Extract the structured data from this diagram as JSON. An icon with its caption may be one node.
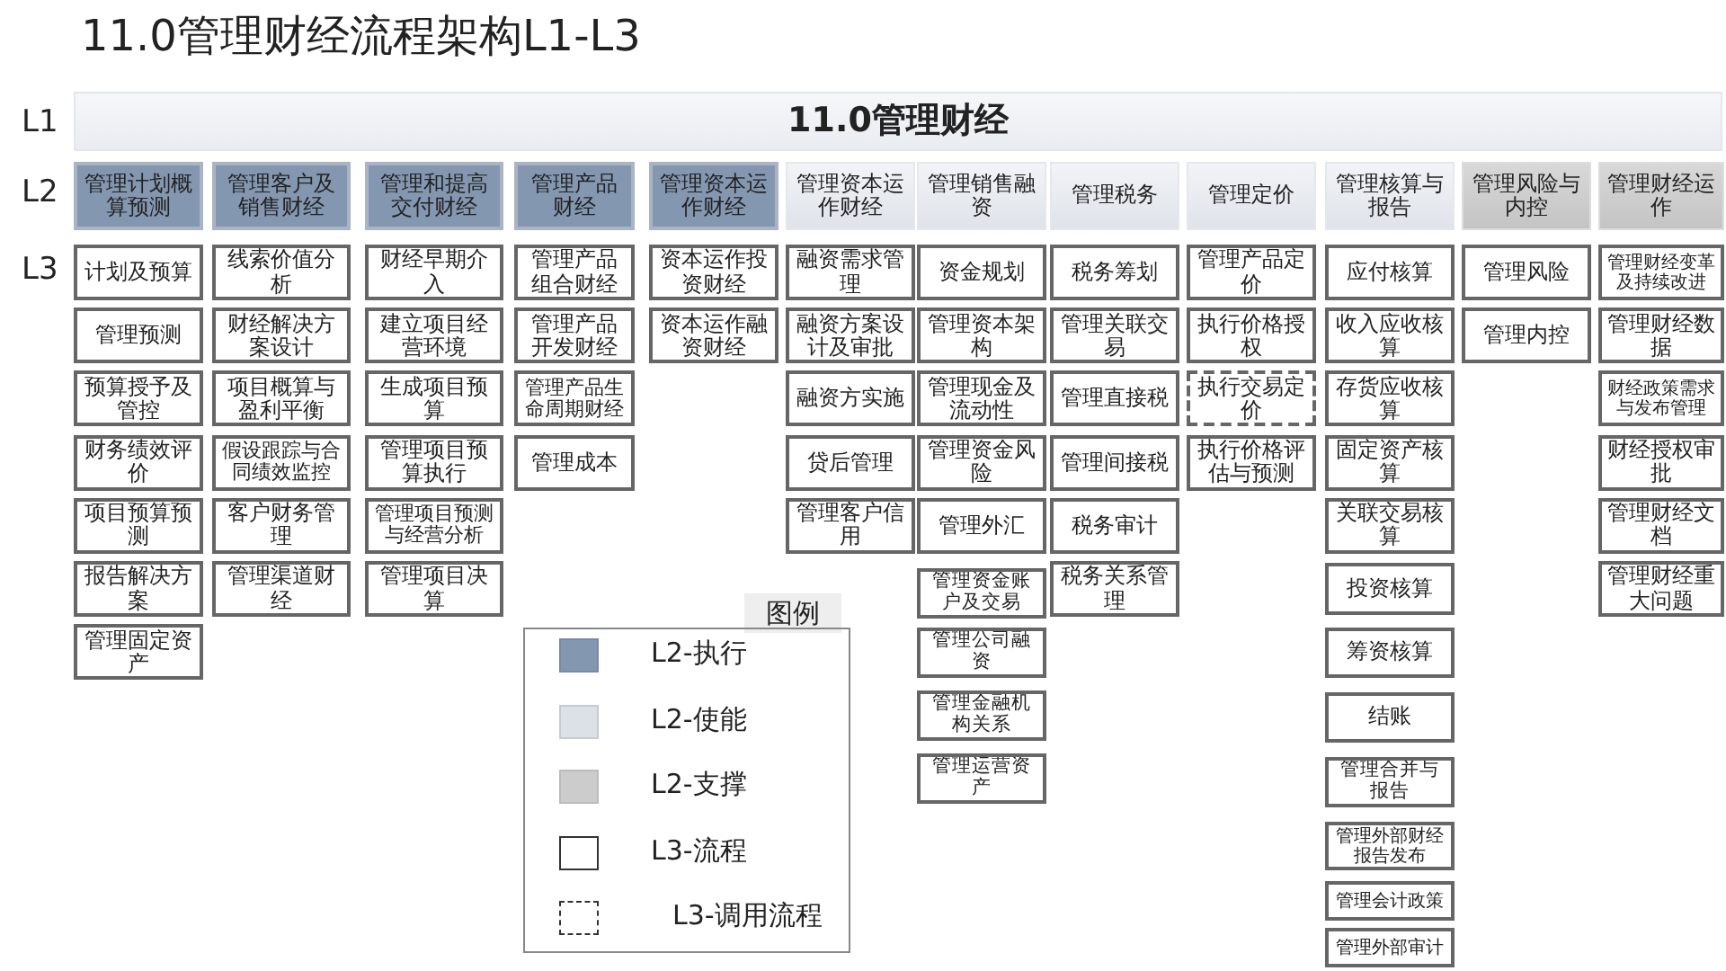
{
  "diagram": {
    "title": "11.0管理财经流程架构L1-L3",
    "nodes": [
      {
        "text": [
          "11.0管理财经"
        ]
      },
      {
        "text": [
          "管理计划概算预测"
        ]
      },
      {
        "text": [
          "计划及预算"
        ]
      },
      {
        "text": [
          "管理预测"
        ]
      },
      {
        "text": [
          "预算授予及管控"
        ]
      },
      {
        "text": [
          "财务绩效评价"
        ]
      },
      {
        "text": [
          "项目预算预测"
        ]
      },
      {
        "text": [
          "报告解决方案"
        ]
      },
      {
        "text": [
          "管理固定资产"
        ]
      },
      {
        "text": [
          "管理客户及销售财经"
        ]
      },
      {
        "text": [
          "线索价值分析"
        ]
      },
      {
        "text": [
          "财经解决方案设计"
        ]
      },
      {
        "text": [
          "项目概算与盈利平衡"
        ]
      },
      {
        "text": [
          "假设跟踪与合同绩效监控"
        ]
      },
      {
        "text": [
          "客户财务管理"
        ]
      },
      {
        "text": [
          "管理渠道财经"
        ]
      },
      {
        "text": [
          "管理和提高交付财经"
        ]
      },
      {
        "text": [
          "财经早期介入"
        ]
      },
      {
        "text": [
          "建立项目经营环境"
        ]
      },
      {
        "text": [
          "生成项目预算"
        ]
      },
      {
        "text": [
          "管理项目预算执行"
        ]
      },
      {
        "text": [
          "管理项目预测与经营分析"
        ]
      },
      {
        "text": [
          "管理项目决算"
        ]
      },
      {
        "text": [
          "管理产品财经"
        ]
      },
      {
        "text": [
          "管理产品组合财经"
        ]
      },
      {
        "text": [
          "管理产品开发财经"
        ]
      },
      {
        "text": [
          "管理产品生命周期财经"
        ]
      },
      {
        "text": [
          "管理成本"
        ]
      },
      {
        "text": [
          "管理资本运作财经"
        ]
      },
      {
        "text": [
          "资本运作投资财经"
        ]
      },
      {
        "text": [
          "资本运作融资财经"
        ]
      },
      {
        "text": [
          "管理资本运作财经"
        ]
      },
      {
        "text": [
          "融资需求管理"
        ]
      },
      {
        "text": [
          "融资方案设计及审批"
        ]
      },
      {
        "text": [
          "融资方实施"
        ]
      },
      {
        "text": [
          "贷后管理"
        ]
      },
      {
        "text": [
          "管理客户信用"
        ]
      },
      {
        "text": [
          "管理销售融资"
        ]
      },
      {
        "text": [
          "资金规划"
        ]
      },
      {
        "text": [
          "管理资本架构"
        ]
      },
      {
        "text": [
          "管理现金及流动性"
        ]
      },
      {
        "text": [
          "管理资金风险"
        ]
      },
      {
        "text": [
          "管理外汇"
        ]
      },
      {
        "text": [
          "管理资金账户及交易"
        ]
      },
      {
        "text": [
          "管理公司融资"
        ]
      },
      {
        "text": [
          "管理金融机构关系"
        ]
      },
      {
        "text": [
          "管理运营资产"
        ]
      },
      {
        "text": [
          "管理税务"
        ]
      },
      {
        "text": [
          "税务筹划"
        ]
      },
      {
        "text": [
          "管理关联交易"
        ]
      },
      {
        "text": [
          "管理直接税"
        ]
      },
      {
        "text": [
          "管理间接税"
        ]
      },
      {
        "text": [
          "税务审计"
        ]
      },
      {
        "text": [
          "税务关系管理"
        ]
      },
      {
        "text": [
          "管理定价"
        ]
      },
      {
        "text": [
          "管理产品定价"
        ]
      },
      {
        "text": [
          "执行价格授权"
        ]
      },
      {
        "text": [
          "执行交易定价"
        ]
      },
      {
        "text": [
          "执行价格评估与预测"
        ]
      },
      {
        "text": [
          "管理核算与报告"
        ]
      },
      {
        "text": [
          "应付核算"
        ]
      },
      {
        "text": [
          "收入应收核算"
        ]
      },
      {
        "text": [
          "存货应收核算"
        ]
      },
      {
        "text": [
          "固定资产核算"
        ]
      },
      {
        "text": [
          "关联交易核算"
        ]
      },
      {
        "text": [
          "投资核算"
        ]
      },
      {
        "text": [
          "筹资核算"
        ]
      },
      {
        "text": [
          "结账"
        ]
      },
      {
        "text": [
          "管理合并与报告"
        ]
      },
      {
        "text": [
          "管理外部财经报告发布"
        ]
      },
      {
        "text": [
          "管理会计政策"
        ]
      },
      {
        "text": [
          "管理外部审计"
        ]
      },
      {
        "text": [
          "管理风险与内控"
        ]
      },
      {
        "text": [
          "管理风险"
        ]
      },
      {
        "text": [
          "管理内控"
        ]
      },
      {
        "text": [
          "管理财经运作"
        ]
      },
      {
        "text": [
          "管理财经变革及持续改进"
        ]
      },
      {
        "text": [
          "管理财经数据"
        ]
      },
      {
        "text": [
          "财经政策需求与发布管理"
        ]
      },
      {
        "text": [
          "财经授权审批"
        ]
      },
      {
        "text": [
          "管理财经文档"
        ]
      },
      {
        "text": [
          "管理财经重大问题"
        ]
      }
    ],
    "labels": [
      "L1",
      "L2",
      "L3",
      "图例"
    ],
    "legend": [
      {
        "text": "L2-执行",
        "color": "#8497b0"
      },
      {
        "text": "L2-使能",
        "color": "#dce1e8"
      },
      {
        "text": "L2-支撑",
        "color": "#cccccc"
      },
      {
        "text": "L3-流程"
      },
      {
        "text": "L3-调用流程"
      }
    ]
  }
}
